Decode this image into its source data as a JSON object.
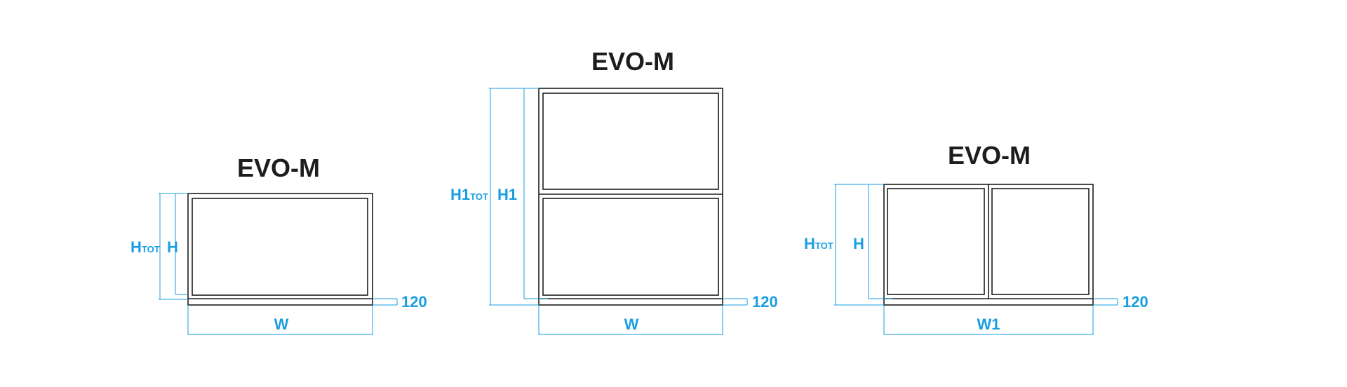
{
  "colors": {
    "dimension": "#1a9ee0",
    "outline": "#1d1d1b"
  },
  "diagrams": [
    {
      "title": "EVO-M",
      "height_total_label": "H",
      "height_total_sub": "TOT",
      "height_label": "H",
      "width_label": "W",
      "plinth_label": "120"
    },
    {
      "title": "EVO-M",
      "height_total_label": "H1",
      "height_total_sub": "TOT",
      "height_label": "H1",
      "width_label": "W",
      "plinth_label": "120"
    },
    {
      "title": "EVO-M",
      "height_total_label": "H",
      "height_total_sub": "TOT",
      "height_label": "H",
      "width_label": "W1",
      "plinth_label": "120"
    }
  ]
}
